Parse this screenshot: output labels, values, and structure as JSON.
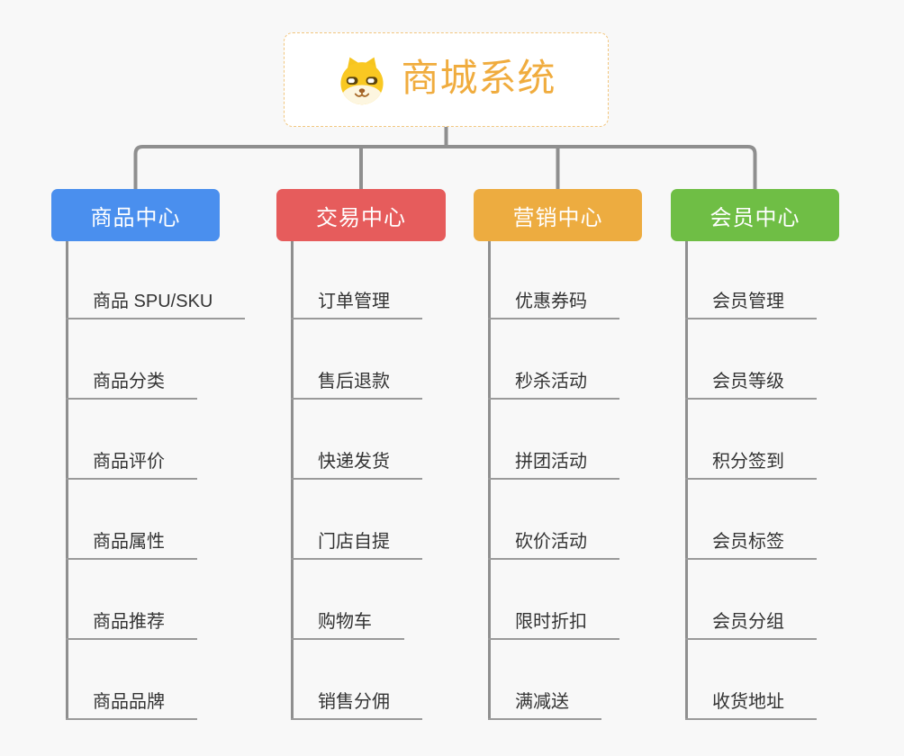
{
  "canvas": {
    "background": "#f8f8f8",
    "line_color": "#8f8f8f",
    "underline_color": "#9a9a9a"
  },
  "root": {
    "title": "商城系统",
    "icon": "shiba-dog-icon",
    "title_color": "#f0ac3e",
    "border_color": "#f2c67e"
  },
  "branches": [
    {
      "label": "商品中心",
      "color": "#4a8fee",
      "items": [
        "商品 SPU/SKU",
        "商品分类",
        "商品评价",
        "商品属性",
        "商品推荐",
        "商品品牌"
      ]
    },
    {
      "label": "交易中心",
      "color": "#e65c5c",
      "items": [
        "订单管理",
        "售后退款",
        "快递发货",
        "门店自提",
        "购物车",
        "销售分佣"
      ]
    },
    {
      "label": "营销中心",
      "color": "#edac40",
      "items": [
        "优惠券码",
        "秒杀活动",
        "拼团活动",
        "砍价活动",
        "限时折扣",
        "满减送"
      ]
    },
    {
      "label": "会员中心",
      "color": "#6fbe45",
      "items": [
        "会员管理",
        "会员等级",
        "积分签到",
        "会员标签",
        "会员分组",
        "收货地址"
      ]
    }
  ]
}
